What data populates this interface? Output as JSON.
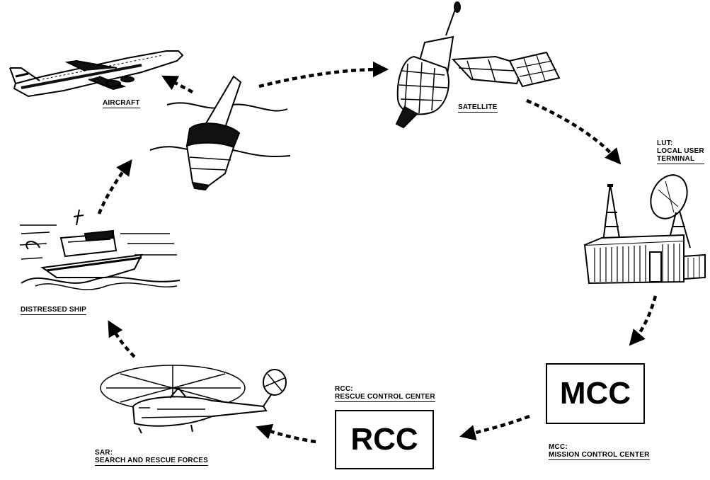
{
  "labels": {
    "aircraft": "AIRCRAFT",
    "satellite": "SATELLITE",
    "lut_abbrev": "LUT:",
    "lut_line1": "LOCAL USER",
    "lut_line2": "TERMINAL",
    "distressed_ship": "DISTRESSED SHIP",
    "rcc_abbrev": "RCC:",
    "rcc_full": "RESCUE CONTROL CENTER",
    "mcc_full_abbrev": "MCC:",
    "mcc_full": "MISSION CONTROL CENTER",
    "sar_abbrev": "SAR:",
    "sar_full": "SEARCH AND RESCUE FORCES"
  },
  "boxes": {
    "mcc": "MCC",
    "rcc": "RCC"
  }
}
